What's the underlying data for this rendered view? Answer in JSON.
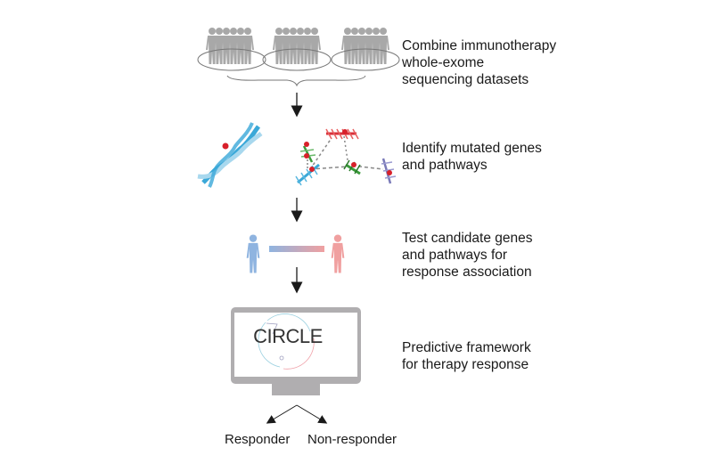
{
  "steps": [
    {
      "id": "combine",
      "lines": [
        "Combine immunotherapy",
        "whole-exome",
        "sequencing datasets"
      ],
      "icon": "patient-cohorts-icon"
    },
    {
      "id": "identify",
      "lines": [
        "Identify mutated genes",
        "and pathways"
      ],
      "icon": "dna-pathway-icon"
    },
    {
      "id": "test",
      "lines": [
        "Test candidate genes",
        "and pathways for",
        "response association"
      ],
      "icon": "responder-comparison-icon"
    },
    {
      "id": "predict",
      "lines": [
        "Predictive framework",
        "for therapy response"
      ],
      "icon": "monitor-icon"
    }
  ],
  "framework": {
    "name": "CIRCLE"
  },
  "outcomes": {
    "left": "Responder",
    "right": "Non-responder"
  },
  "colors": {
    "people_gray": "#a8a8a8",
    "monitor_gray": "#b0aeb0",
    "dna_blue": "#3aa8d8",
    "dna_light_blue": "#a8d8ee",
    "mutation_red": "#d8202a",
    "pathway_red": "#d8303a",
    "pathway_green": "#3a9a3a",
    "pathway_purple": "#7a7ab8",
    "responder_blue": "#8fb4e0",
    "nonresponder_pink": "#f0a0a0",
    "arrow": "#1a1a1a"
  }
}
